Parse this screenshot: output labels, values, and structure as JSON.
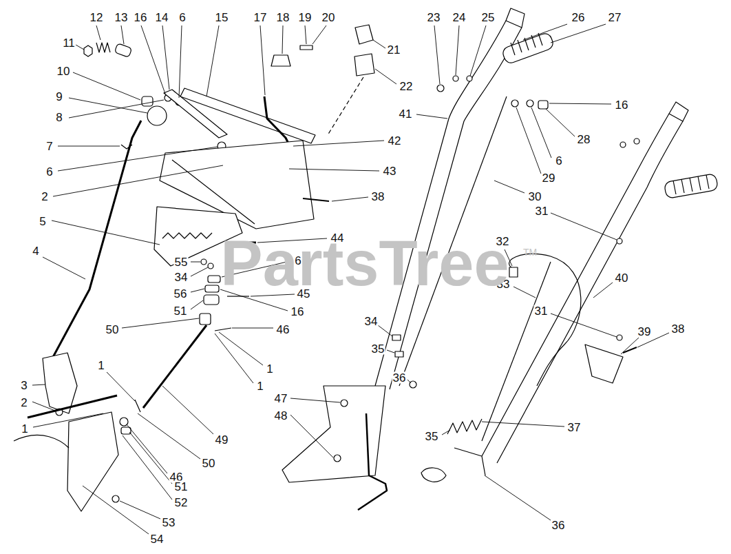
{
  "diagram": {
    "labels": [
      "11",
      "12",
      "13",
      "16",
      "14",
      "6",
      "15",
      "17",
      "18",
      "19",
      "20",
      "21",
      "22",
      "10",
      "9",
      "8",
      "7",
      "6",
      "2",
      "5",
      "42",
      "43",
      "38",
      "4",
      "44",
      "55",
      "34",
      "6",
      "56",
      "45",
      "51",
      "16",
      "46",
      "50",
      "1",
      "1",
      "1",
      "3",
      "2",
      "1",
      "49",
      "50",
      "46",
      "51",
      "52",
      "53",
      "54",
      "23",
      "24",
      "25",
      "26",
      "27",
      "16",
      "28",
      "6",
      "29",
      "41",
      "30",
      "31",
      "32",
      "33",
      "34",
      "35",
      "36",
      "47",
      "48",
      "31",
      "40",
      "39",
      "38",
      "37",
      "35",
      "36",
      "PartsTree",
      "TM"
    ]
  }
}
